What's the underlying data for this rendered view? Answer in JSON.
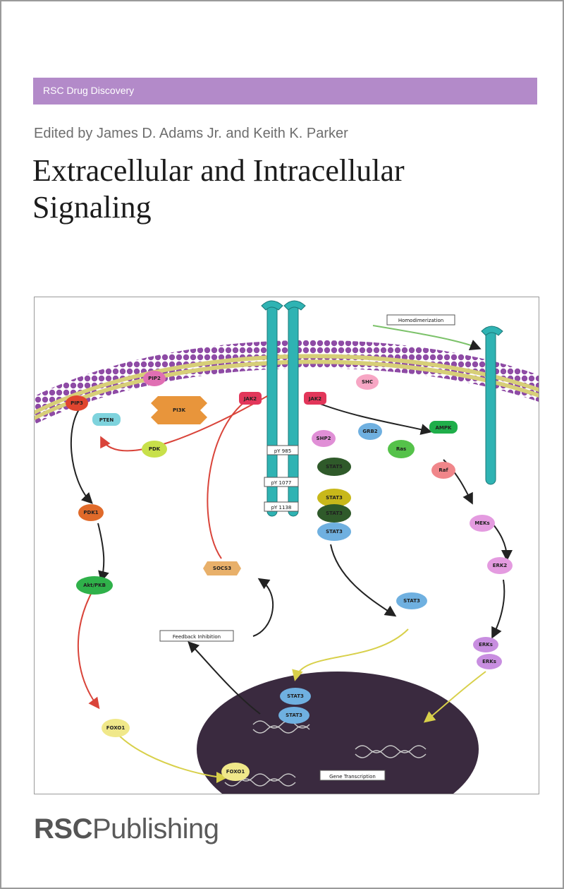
{
  "series": {
    "name": "RSC Drug Discovery",
    "color": "#b38ac9"
  },
  "editors": "Edited by James D. Adams Jr. and Keith K. Parker",
  "title": {
    "line1": "Extracellular and Intracellular",
    "line2": "Signaling"
  },
  "publisher": {
    "part1": "RSC",
    "part2": "Publishing"
  },
  "illustration": {
    "labels": {
      "pip3": "PIP3",
      "pip2": "PIP2",
      "pten": "PTEN",
      "pi3k": "PI3K",
      "pdk": "PDK",
      "pdk1": "PDK1",
      "akt_pkb": "Akt/PKB",
      "jak2_left": "JAK2",
      "jak2_right": "JAK2",
      "shc": "SHC",
      "shp2": "SHP2",
      "grb2": "GRB2",
      "ampk": "AMPK",
      "ras": "Ras",
      "raf": "Raf",
      "mek": "MEKs",
      "erk1": "ERK2",
      "erks_a": "ERKs",
      "erks_b": "ERKs",
      "stat5": "STAT5",
      "stat3_a": "STAT3",
      "stat3_b": "STAT3",
      "stat3_c": "STAT3",
      "stat3_d": "STAT3",
      "stat3_nuc_a": "STAT3",
      "stat3_nuc_b": "STAT3",
      "socs3": "SOCS3",
      "foxo1_cyto": "FOXO1",
      "foxo1_nuc": "FOXO1",
      "homodimerization": "Homodimerization",
      "feedback_inhibition": "Feedback Inhibition",
      "gene_transcription": "Gene Transcription",
      "ptyr985": "pY 985",
      "ptyr1077": "pY 1077",
      "ptyr1138": "pY 1138"
    }
  }
}
